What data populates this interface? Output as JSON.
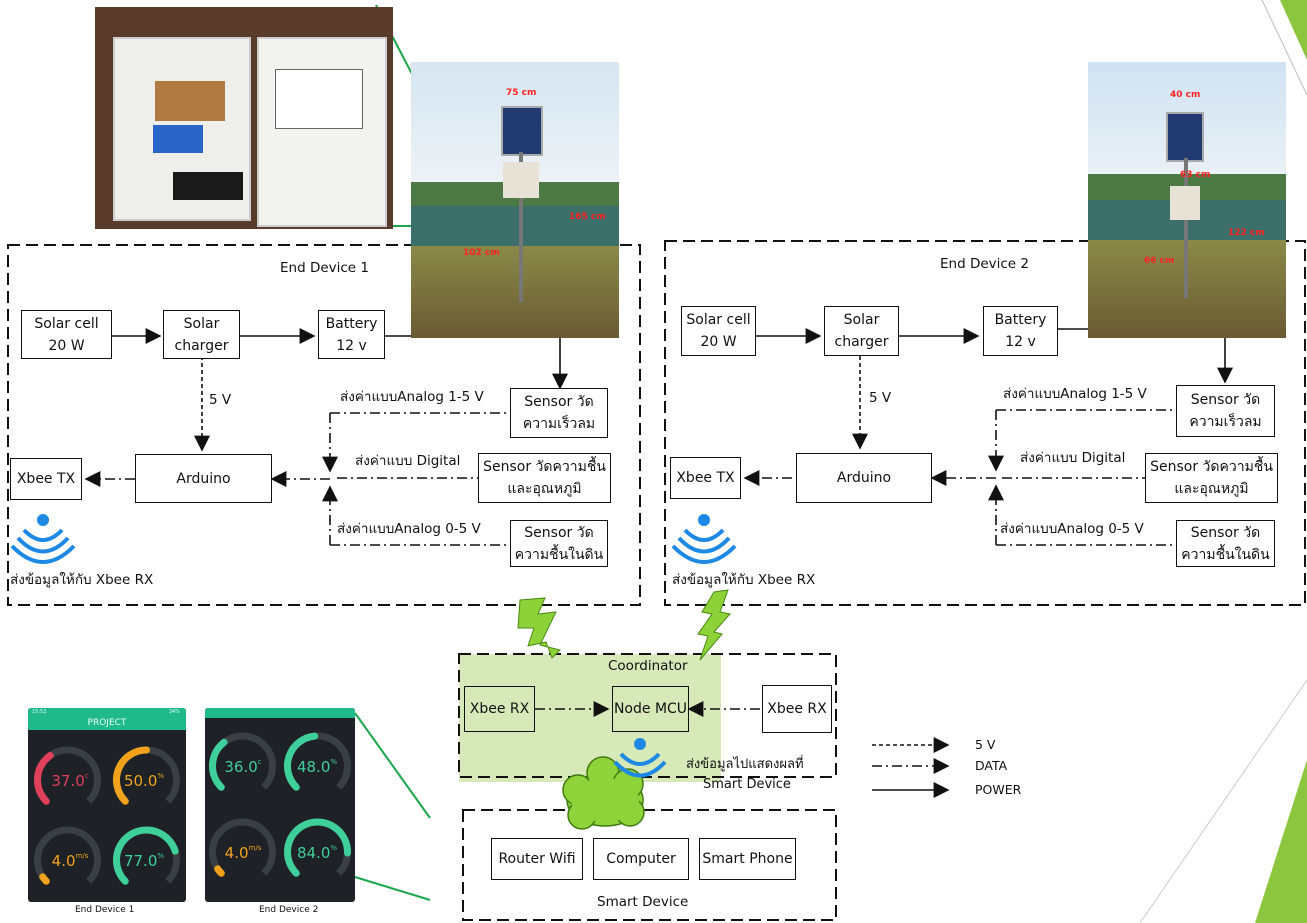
{
  "end_device_1": {
    "title": "End Device 1",
    "solar_cell": [
      "Solar cell",
      "20 W"
    ],
    "solar_charger": [
      "Solar",
      "charger"
    ],
    "battery": [
      "Battery",
      "12 v"
    ],
    "arduino": "Arduino",
    "xbee_tx": "Xbee TX",
    "sensor_wind": [
      "Sensor วัด",
      "ความเร็วลม"
    ],
    "sensor_humid_temp": [
      "Sensor วัดความชื้น",
      "และอุณหภูมิ"
    ],
    "sensor_soil": [
      "Sensor วัด",
      "ความชื้นในดิน"
    ],
    "label_5v": "5 V",
    "label_analog_1_5": "ส่งค่าแบบAnalog 1-5 V",
    "label_digital": "ส่งค่าแบบ Digital",
    "label_analog_0_5": "ส่งค่าแบบAnalog 0-5 V",
    "label_send": "ส่งข้อมูลให้กับ Xbee RX",
    "photo_dims": [
      "75 cm",
      "165 cm",
      "102 cm"
    ]
  },
  "end_device_2": {
    "title": "End Device 2",
    "solar_cell": [
      "Solar cell",
      "20 W"
    ],
    "solar_charger": [
      "Solar",
      "charger"
    ],
    "battery": [
      "Battery",
      "12 v"
    ],
    "arduino": "Arduino",
    "xbee_tx": "Xbee TX",
    "sensor_wind": [
      "Sensor วัด",
      "ความเร็วลม"
    ],
    "sensor_humid_temp": [
      "Sensor วัดความชื้น",
      "และอุณหภูมิ"
    ],
    "sensor_soil": [
      "Sensor วัด",
      "ความชื้นในดิน"
    ],
    "label_5v": "5 V",
    "label_analog_1_5": "ส่งค่าแบบAnalog 1-5 V",
    "label_digital": "ส่งค่าแบบ Digital",
    "label_analog_0_5": "ส่งค่าแบบAnalog 0-5 V",
    "label_send": "ส่งข้อมูลให้กับ Xbee RX",
    "photo_dims": [
      "40 cm",
      "63 cm",
      "122 cm",
      "66 cm"
    ]
  },
  "coordinator": {
    "title": "Coordinator",
    "xbee_rx_left": "Xbee RX",
    "node_mcu": "Node MCU",
    "xbee_rx_right": "Xbee RX",
    "send_display": [
      "ส่งข้อมูลไปแสดงผลที่",
      "Smart Device"
    ]
  },
  "smart_device": {
    "title": "Smart Device",
    "router": "Router Wifi",
    "computer": "Computer",
    "phone": "Smart Phone"
  },
  "legend": [
    {
      "style": "dashed",
      "label": "5 V"
    },
    {
      "style": "dashdot",
      "label": "DATA"
    },
    {
      "style": "solid",
      "label": "POWER"
    }
  ],
  "phone_screens": [
    {
      "caption": "End Device 1",
      "app_title": "PROJECT",
      "status_time": "15:52",
      "status_battery": "34%",
      "gauges": [
        {
          "value": "37.0",
          "unit": "c",
          "color": "#e0405a",
          "fraction": 0.37
        },
        {
          "value": "50.0",
          "unit": "%",
          "color": "#f2a21c",
          "fraction": 0.5
        },
        {
          "value": "4.0",
          "unit": "m/s",
          "color": "#f2a21c",
          "fraction": 0.04
        },
        {
          "value": "77.0",
          "unit": "%",
          "color": "#3fcf9a",
          "fraction": 0.77
        }
      ]
    },
    {
      "caption": "End Device 2",
      "gauges": [
        {
          "value": "36.0",
          "unit": "c",
          "color": "#3fcf9a",
          "fraction": 0.36
        },
        {
          "value": "48.0",
          "unit": "%",
          "color": "#3fcf9a",
          "fraction": 0.48
        },
        {
          "value": "4.0",
          "unit": "m/s",
          "color": "#f2a21c",
          "fraction": 0.04
        },
        {
          "value": "84.0",
          "unit": "%",
          "color": "#3fcf9a",
          "fraction": 0.84
        }
      ]
    }
  ],
  "colors": {
    "accent_green": "#1aa64a",
    "lightning": "#8ed23a",
    "coordinator_fill": "#d7e9b8",
    "cloud": "#8fd33a"
  }
}
